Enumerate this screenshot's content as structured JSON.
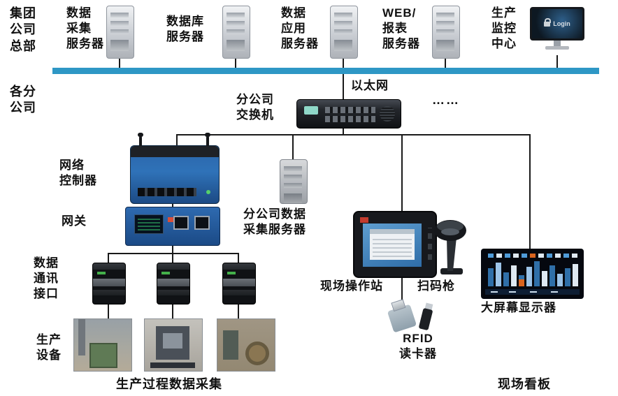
{
  "colors": {
    "backbone": "#2e97c5",
    "line": "#1a1a1a"
  },
  "header": {
    "hq_label": "集团\n公司\n总部",
    "servers": [
      {
        "label": "数据\n采集\n服务器"
      },
      {
        "label": "数据库\n服务器"
      },
      {
        "label": "数据\n应用\n服务器"
      },
      {
        "label": "WEB/\n报表\n服务器"
      }
    ],
    "monitor_label": "生产\n监控\n中心",
    "monitor_screen_text": "Login"
  },
  "network": {
    "branch_label": "各分\n公司",
    "ethernet_label": "以太网",
    "switch_label": "分公司\n交换机",
    "ellipsis": "……",
    "controller_label": "网络\n控制器",
    "gateway_label": "网关",
    "branch_server_label": "分公司数据\n采集服务器"
  },
  "field": {
    "comm_label": "数据\n通讯\n接口",
    "equipment_label": "生产\n设备",
    "station_label": "现场操作站",
    "scanner_label": "扫码枪",
    "rfid_label": "RFID\n读卡器",
    "big_screen_label": "大屏幕显示器",
    "process_caption": "生产过程数据采集",
    "kanban_caption": "现场看板"
  }
}
